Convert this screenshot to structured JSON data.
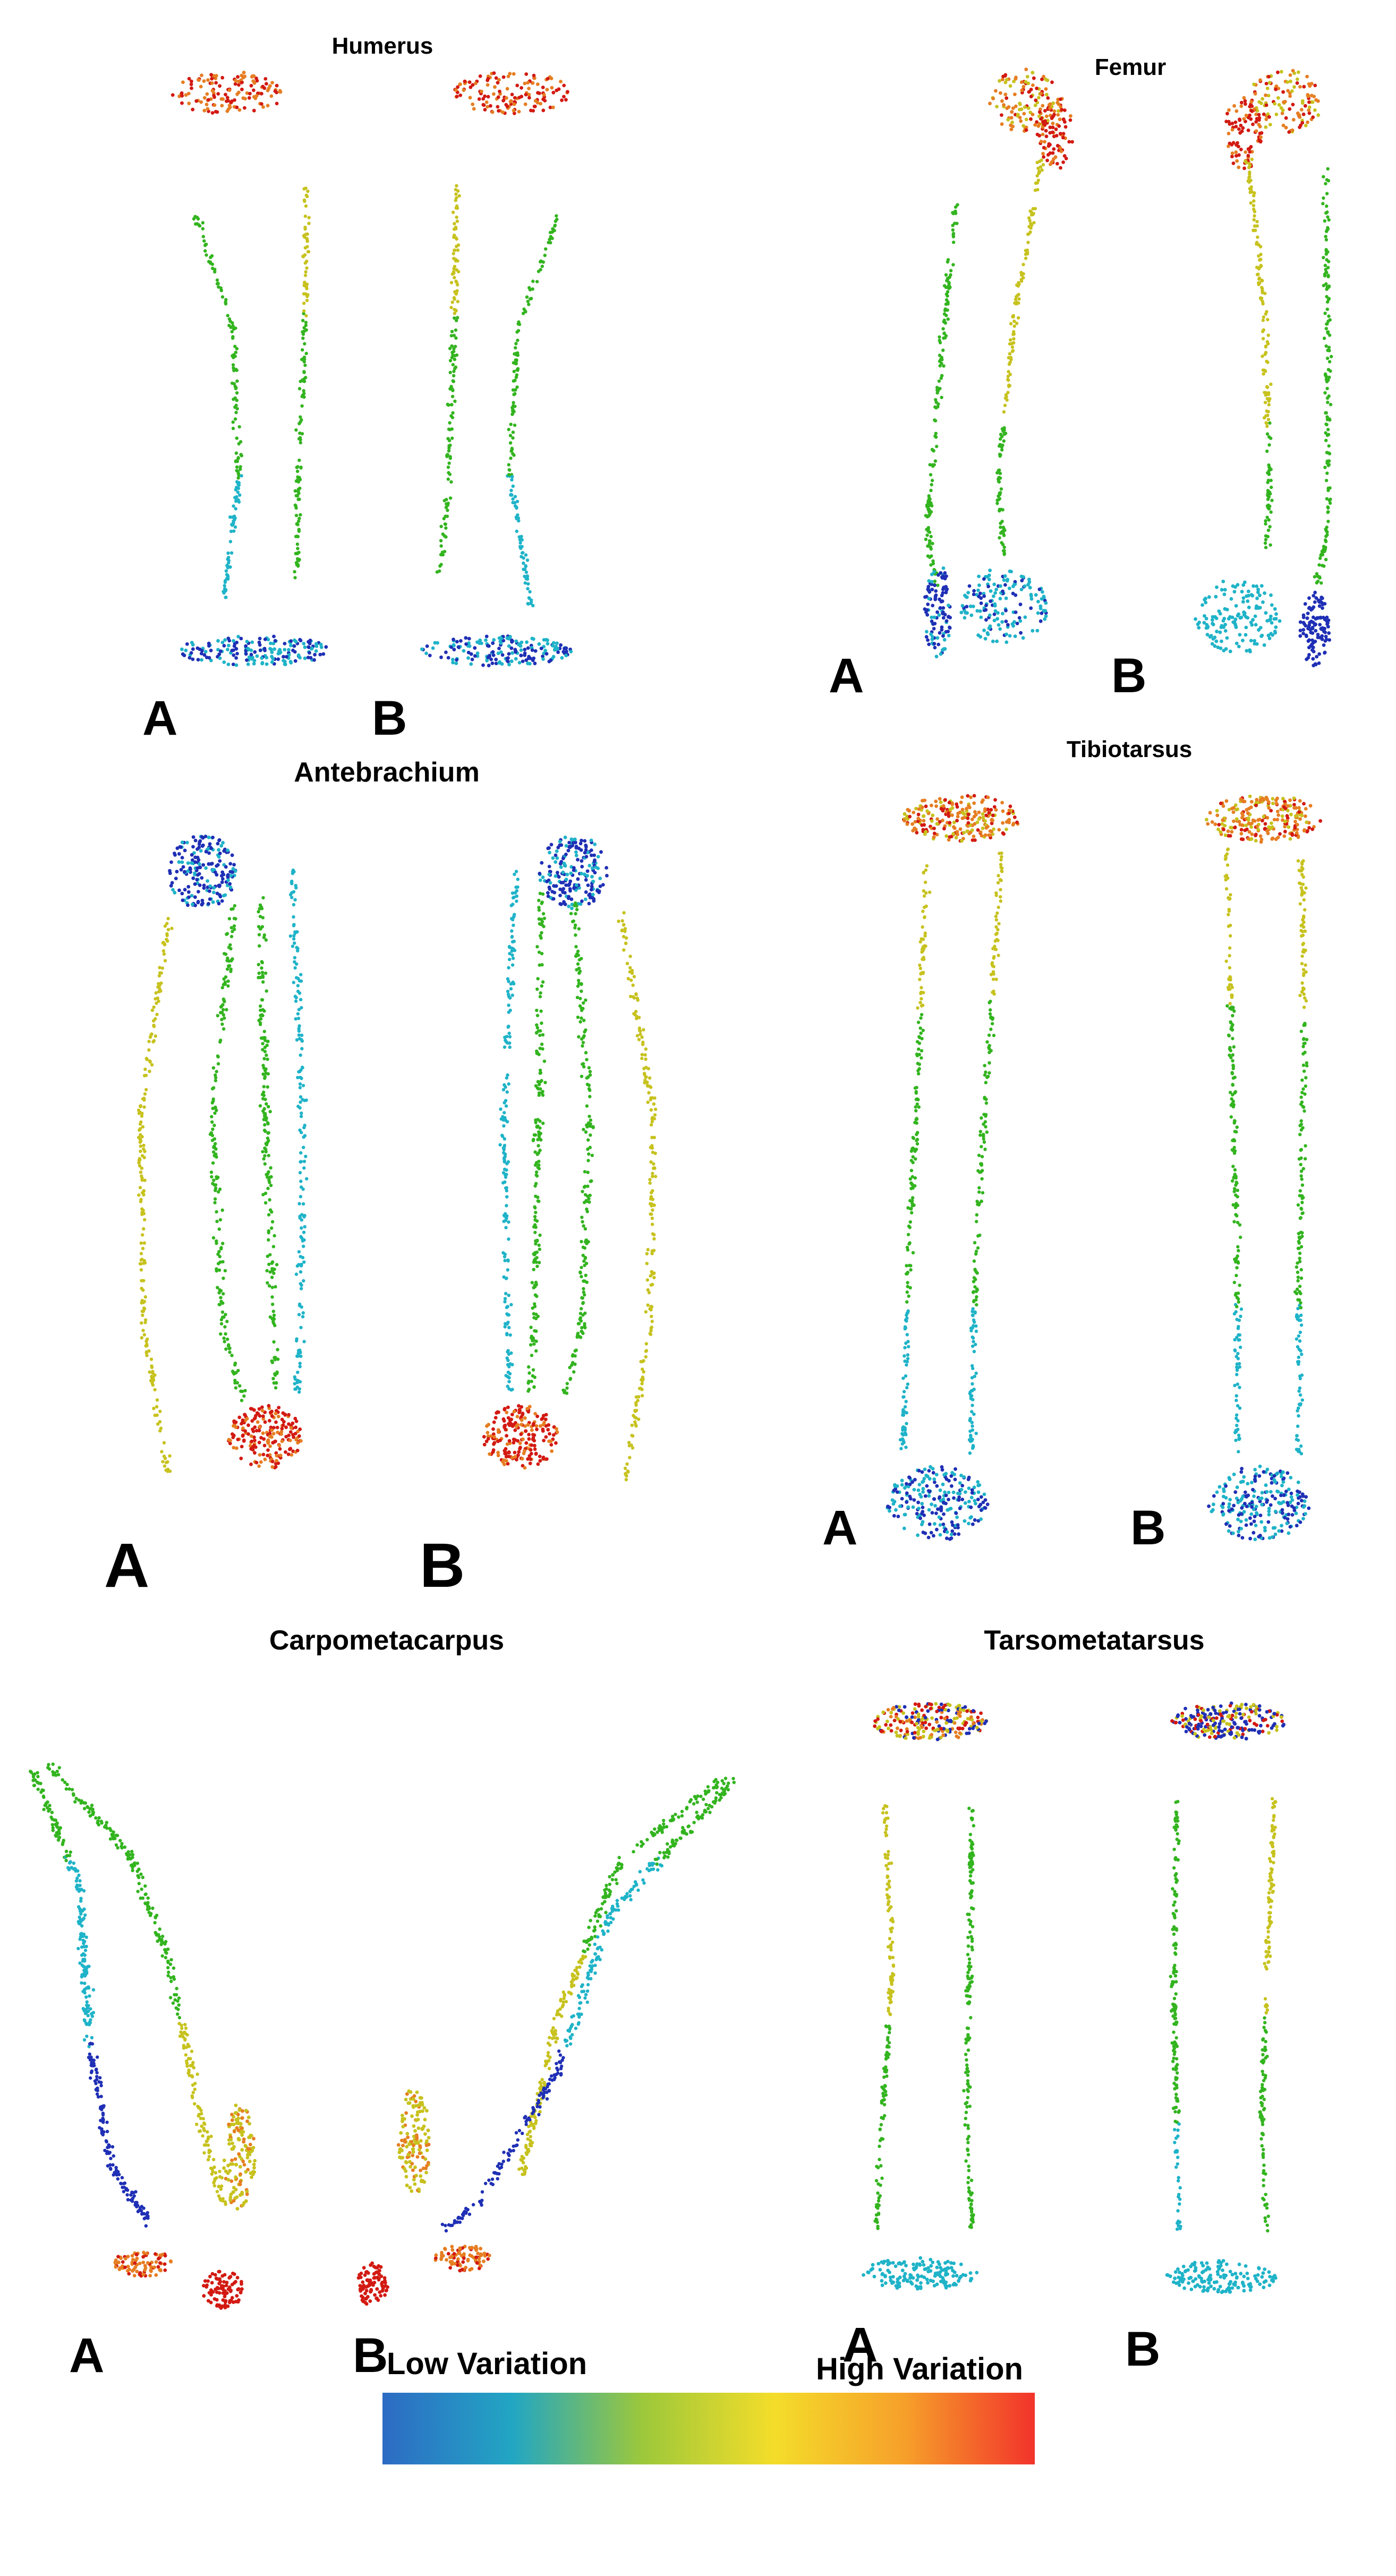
{
  "colors": {
    "low": "#1f2fb5",
    "low_mid": "#1fb3c8",
    "mid": "#33b41f",
    "mid_high": "#c7c21e",
    "high_mid": "#e67e22",
    "high": "#d21a12",
    "legend_gradient": [
      "#2d6bc4",
      "#22a6c3",
      "#9dc83a",
      "#f4dd2a",
      "#f6a02a",
      "#f2332b"
    ]
  },
  "panels": [
    {
      "id": "humerus",
      "title": "Humerus",
      "view_labels": [
        "A",
        "B"
      ]
    },
    {
      "id": "femur",
      "title": "Femur",
      "view_labels": [
        "A",
        "B"
      ]
    },
    {
      "id": "antebrachium",
      "title": "Antebrachium",
      "view_labels": [
        "A",
        "B"
      ]
    },
    {
      "id": "tibiotarsus",
      "title": "Tibiotarsus",
      "view_labels": [
        "A",
        "B"
      ]
    },
    {
      "id": "carpometacarpus",
      "title": "Carpometacarpus",
      "view_labels": [
        "A",
        "B"
      ]
    },
    {
      "id": "tarsometatarsus",
      "title": "Tarsometatarsus",
      "view_labels": [
        "A",
        "B"
      ]
    }
  ],
  "legend": {
    "low_label": "Low Variation",
    "high_label": "High Variation"
  }
}
